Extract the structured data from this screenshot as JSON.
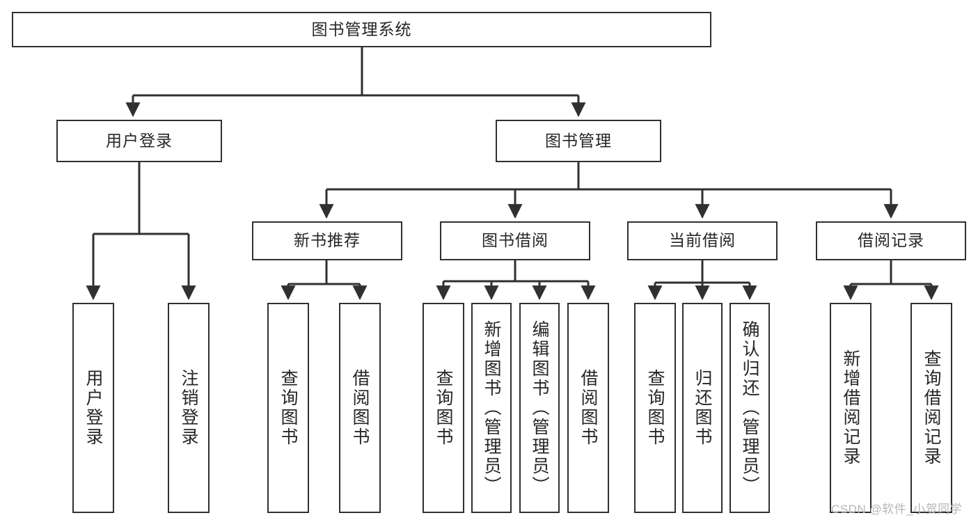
{
  "diagram": {
    "type": "tree-hierarchy",
    "title": "图书管理系统",
    "watermark": "CSDN @软件_小贺同学",
    "colors": {
      "background": "#ffffff",
      "box_border": "#303030",
      "box_fill": "#ffffff",
      "text": "#262626",
      "connector": "#303030",
      "watermark": "#b6b6b6"
    },
    "root": {
      "label": "图书管理系统"
    },
    "level2": [
      {
        "id": "user-login",
        "label": "用户登录"
      },
      {
        "id": "book-manage",
        "label": "图书管理"
      }
    ],
    "level3": [
      {
        "id": "new-book-recommend",
        "label": "新书推荐"
      },
      {
        "id": "book-borrow",
        "label": "图书借阅"
      },
      {
        "id": "current-borrow",
        "label": "当前借阅"
      },
      {
        "id": "borrow-record",
        "label": "借阅记录"
      }
    ],
    "leaves": {
      "user_login": [
        {
          "id": "leaf-user-login",
          "label": "用户登录"
        },
        {
          "id": "leaf-logout",
          "label": "注销登录"
        }
      ],
      "new_book_recommend": [
        {
          "id": "leaf-query-book-1",
          "label": "查询图书"
        },
        {
          "id": "leaf-borrow-book-1",
          "label": "借阅图书"
        }
      ],
      "book_borrow": [
        {
          "id": "leaf-query-book-2",
          "label": "查询图书"
        },
        {
          "id": "leaf-add-book",
          "label": "新增图书（管理员）"
        },
        {
          "id": "leaf-edit-book",
          "label": "编辑图书（管理员）"
        },
        {
          "id": "leaf-borrow-book-2",
          "label": "借阅图书"
        }
      ],
      "current_borrow": [
        {
          "id": "leaf-query-book-3",
          "label": "查询图书"
        },
        {
          "id": "leaf-return-book",
          "label": "归还图书"
        },
        {
          "id": "leaf-confirm-return",
          "label": "确认归还（管理员）"
        }
      ],
      "borrow_record": [
        {
          "id": "leaf-add-record",
          "label": "新增借阅记录"
        },
        {
          "id": "leaf-query-record",
          "label": "查询借阅记录"
        }
      ]
    }
  }
}
